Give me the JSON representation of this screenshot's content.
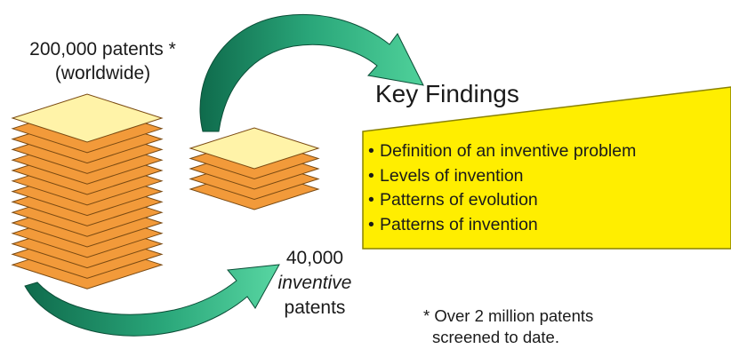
{
  "left_stack": {
    "line1": "200,000 patents *",
    "line2": "(worldwide)"
  },
  "right_stack": {
    "line1": "40,000",
    "line2": "inventive",
    "line3": "patents"
  },
  "key_findings": {
    "title": "Key Findings",
    "items": [
      "Definition of an inventive problem",
      "Levels of invention",
      "Patterns of evolution",
      "Patterns of invention"
    ],
    "bullet": "•"
  },
  "footnote": {
    "line1": "* Over 2 million patents",
    "line2": "screened to date."
  },
  "colors": {
    "sheet_fill": "#f29a3a",
    "sheet_edge": "#7a4a12",
    "top_sheet_fill": "#fff3a8",
    "arrow_fill": "#2aa77a",
    "arrow_dark": "#0f6b4c",
    "callout_fill": "#ffee00",
    "callout_edge": "#8a8200"
  }
}
